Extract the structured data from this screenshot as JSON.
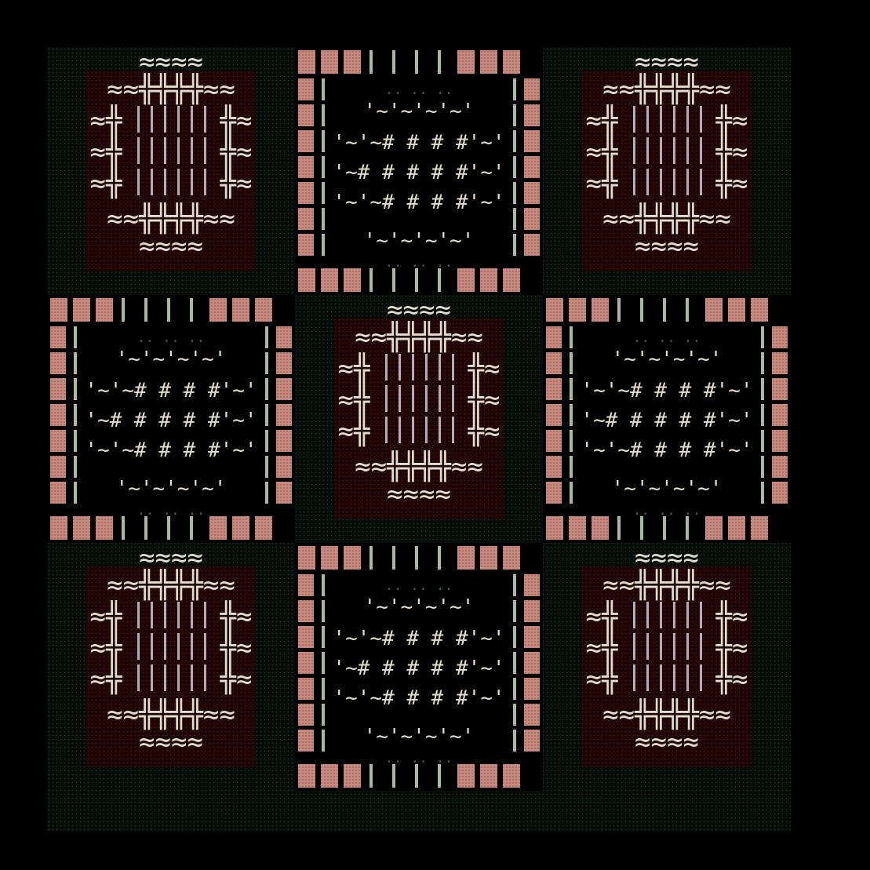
{
  "artwork": {
    "description_kind": "generative ascii textile pattern",
    "grid": {
      "cols": 3,
      "rows": 3,
      "cell_columns": 9,
      "cell_rows": 9,
      "repeat_columns": 28,
      "repeat_rows": 25
    },
    "palette": {
      "background": "#000000",
      "tile_salmon": "#c98a7f",
      "tile_salmon_dot": "#8e5a52",
      "sage_bar": "#a9b8a0",
      "cream_glyph": "#e2ddcc",
      "lavender_bar": "#b9a9b9",
      "dark_red_fill": "#2a0808",
      "dark_green_fill": "#0c1a12",
      "dark_mauve_fill": "#3a1518"
    },
    "motifs": {
      "wave_block": {
        "glyph": "≈",
        "cross": "╬",
        "bar": "|"
      },
      "hash_block": {
        "hash": "#",
        "tilde_row": "'~'~'~'~'",
        "dots": ".. .. .."
      }
    }
  }
}
